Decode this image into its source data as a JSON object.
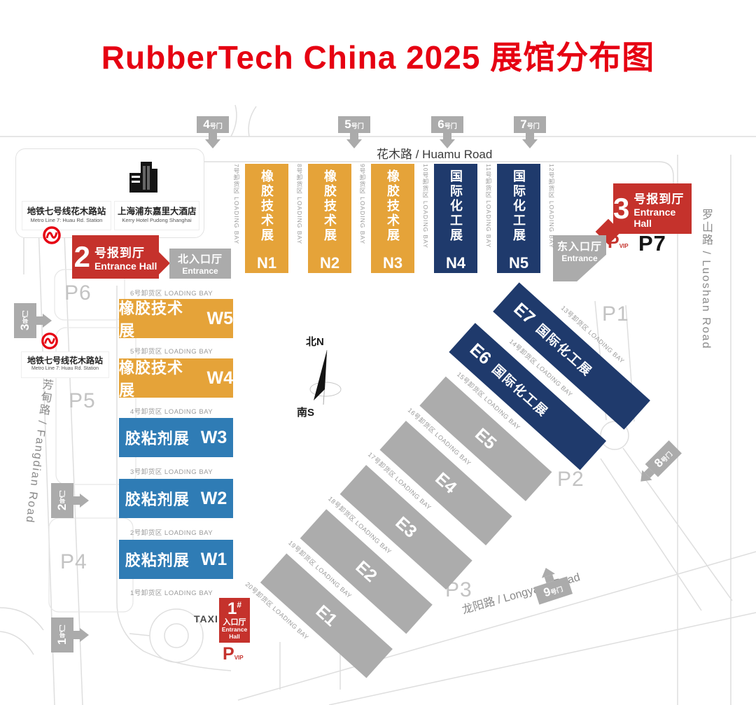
{
  "title": "RubberTech China 2025 展馆分布图",
  "roads": {
    "huamu": "花木路 / Huamu Road",
    "luoshan": "罗山路 / Luoshan Road",
    "fangdian": "芳甸路 / Fangdian Road",
    "longyang": "龙阳路 / Longyang Road"
  },
  "gates": {
    "top": [
      {
        "num": "4",
        "suffix": "号门"
      },
      {
        "num": "5",
        "suffix": "号门"
      },
      {
        "num": "6",
        "suffix": "号门"
      },
      {
        "num": "7",
        "suffix": "号门"
      }
    ],
    "left": [
      {
        "num": "3",
        "suffix": "号门"
      },
      {
        "num": "2",
        "suffix": "号门"
      },
      {
        "num": "1",
        "suffix": "号门"
      }
    ],
    "right": {
      "num": "8",
      "suffix": "号门"
    },
    "bottom": {
      "num": "9",
      "suffix": "号门"
    }
  },
  "parking": [
    "P1",
    "P2",
    "P3",
    "P4",
    "P5",
    "P6",
    "P7"
  ],
  "landmarks": {
    "metro_cn": "地铁七号线花木路站",
    "metro_en": "Metro Line 7: Huau Rd. Station",
    "hotel_cn": "上海浦东嘉里大酒店",
    "hotel_en": "Kerry Hotel Pudong Shanghai"
  },
  "entrances": {
    "hall2_num": "2",
    "hall2_cn": "号报到厅",
    "hall2_en": "Entrance Hall",
    "hall3_num": "3",
    "hall3_cn": "号报到厅",
    "hall3_en": "Entrance Hall",
    "north_cn": "北入口厅",
    "north_en": "Entrance",
    "east_cn": "东入口厅",
    "east_en": "Entrance",
    "hall1_num": "1",
    "hall1_hash": "#",
    "hall1_cn": "入口厅",
    "hall1_en1": "Entrance",
    "hall1_en2": "Hall",
    "taxi": "TAXI",
    "vip_p": "P",
    "vip_sub": "VIP"
  },
  "halls": {
    "north": [
      {
        "code": "N1",
        "name": "橡胶技术展"
      },
      {
        "code": "N2",
        "name": "橡胶技术展"
      },
      {
        "code": "N3",
        "name": "橡胶技术展"
      },
      {
        "code": "N4",
        "name": "国际化工展"
      },
      {
        "code": "N5",
        "name": "国际化工展"
      }
    ],
    "west": [
      {
        "code": "W5",
        "name": "橡胶技术展"
      },
      {
        "code": "W4",
        "name": "橡胶技术展"
      },
      {
        "code": "W3",
        "name": "胶粘剂展"
      },
      {
        "code": "W2",
        "name": "胶粘剂展"
      },
      {
        "code": "W1",
        "name": "胶粘剂展"
      }
    ],
    "east": [
      {
        "code": "E7",
        "name": "国际化工展"
      },
      {
        "code": "E6",
        "name": "国际化工展"
      },
      {
        "code": "E5",
        "name": ""
      },
      {
        "code": "E4",
        "name": ""
      },
      {
        "code": "E3",
        "name": ""
      },
      {
        "code": "E2",
        "name": ""
      },
      {
        "code": "E1",
        "name": ""
      }
    ]
  },
  "loading_bays": {
    "north": [
      "7号卸货区 LOADING BAY",
      "8号卸货区 LOADING BAY",
      "9号卸货区 LOADING BAY",
      "10号卸货区 LOADING BAY",
      "11号卸货区 LOADING BAY",
      "12号卸货区 LOADING BAY"
    ],
    "west": [
      "6号卸货区 LOADING BAY",
      "5号卸货区 LOADING BAY",
      "4号卸货区 LOADING BAY",
      "3号卸货区 LOADING BAY",
      "2号卸货区 LOADING BAY",
      "1号卸货区 LOADING BAY"
    ],
    "east": [
      "13号卸货区 LOADING BAY",
      "14号卸货区 LOADING BAY",
      "15号卸货区 LOADING BAY",
      "16号卸货区 LOADING BAY",
      "17号卸货区 LOADING BAY",
      "18号卸货区 LOADING BAY",
      "19号卸货区 LOADING BAY",
      "20号卸货区 LOADING BAY"
    ]
  },
  "compass": {
    "north": "北N",
    "south": "南S"
  },
  "colors": {
    "title_red": "#E60012",
    "entrance_red": "#C5322C",
    "hall_orange": "#E5A339",
    "hall_navy": "#1F3A6C",
    "hall_blue": "#2F7CB5",
    "hall_gray": "#ACACAC",
    "gate_gray": "#ABABAB",
    "metro_red": "#E60012"
  }
}
